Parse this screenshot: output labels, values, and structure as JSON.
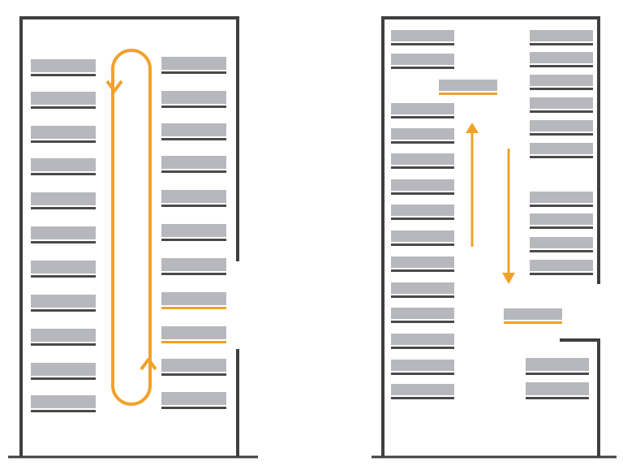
{
  "colors": {
    "background": "#ffffff",
    "wall": "#3f3f3f",
    "shelf": "#b7b8bd",
    "shelf_edge": "#4a4a4a",
    "flow": "#f0a22a",
    "highlight_edge": "#f0a22a"
  },
  "icons": [
    "loop-arrow-icon",
    "up-arrow-icon",
    "down-arrow-icon"
  ],
  "panels": [
    {
      "name": "left-panel",
      "flow": "circular-loop"
    },
    {
      "name": "right-panel",
      "flow": "up-and-down-aisles"
    }
  ]
}
